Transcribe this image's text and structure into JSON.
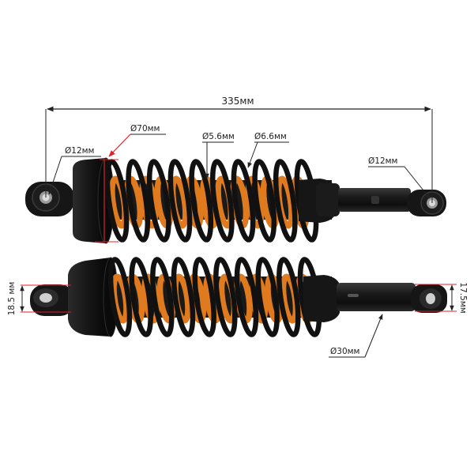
{
  "diagram": {
    "dimensions": {
      "overall_length": "335мм",
      "spring_outer_diameter": "Ø70мм",
      "eye_diameter_left": "Ø12мм",
      "eye_diameter_right": "Ø12мм",
      "wire_thin": "Ø5.6мм",
      "wire_thick": "Ø6.6мм",
      "eye_width_left": "18.5 мм",
      "eye_width_right": "17.5мм",
      "body_diameter": "Ø30мм"
    },
    "colors": {
      "spring_outer": "#111111",
      "spring_inner": "#e07a1f",
      "body": "#1a1a1a",
      "dimension_line": "#222222",
      "highlight_line": "#e0202a"
    },
    "parts": [
      "upper-shock-absorber",
      "lower-shock-absorber"
    ]
  }
}
